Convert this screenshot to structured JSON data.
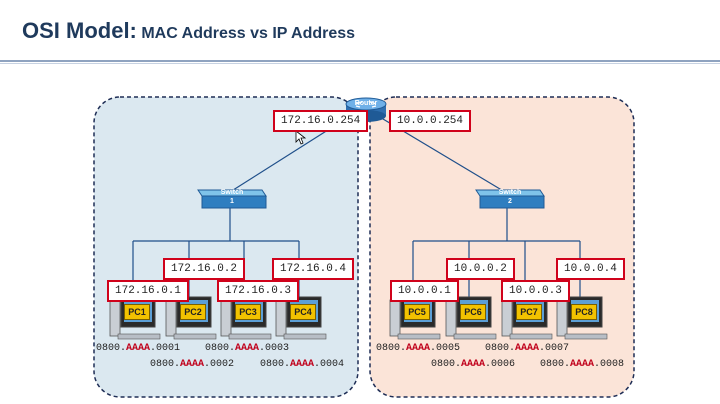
{
  "title": {
    "main": "OSI Model:",
    "sub": "MAC Address vs IP Address"
  },
  "router": {
    "label": "Router",
    "left_ip": "172.16.0.254",
    "right_ip": "10.0.0.254"
  },
  "switches": [
    {
      "label": "Switch",
      "number": "1"
    },
    {
      "label": "Switch",
      "number": "2"
    }
  ],
  "pcs": [
    {
      "name": "PC1",
      "ip": "172.16.0.1",
      "mac_prefix": "0800.",
      "mac_mid": "AAAA",
      "mac_suffix": ".0001"
    },
    {
      "name": "PC2",
      "ip": "172.16.0.2",
      "mac_prefix": "0800.",
      "mac_mid": "AAAA",
      "mac_suffix": ".0002"
    },
    {
      "name": "PC3",
      "ip": "172.16.0.3",
      "mac_prefix": "0800.",
      "mac_mid": "AAAA",
      "mac_suffix": ".0003"
    },
    {
      "name": "PC4",
      "ip": "172.16.0.4",
      "mac_prefix": "0800.",
      "mac_mid": "AAAA",
      "mac_suffix": ".0004"
    },
    {
      "name": "PC5",
      "ip": "10.0.0.1",
      "mac_prefix": "0800.",
      "mac_mid": "AAAA",
      "mac_suffix": ".0005"
    },
    {
      "name": "PC6",
      "ip": "10.0.0.2",
      "mac_prefix": "0800.",
      "mac_mid": "AAAA",
      "mac_suffix": ".0006"
    },
    {
      "name": "PC7",
      "ip": "10.0.0.3",
      "mac_prefix": "0800.",
      "mac_mid": "AAAA",
      "mac_suffix": ".0007"
    },
    {
      "name": "PC8",
      "ip": "10.0.0.4",
      "mac_prefix": "0800.",
      "mac_mid": "AAAA",
      "mac_suffix": ".0008"
    }
  ],
  "colors": {
    "title": "#1f3a5c",
    "left_network_fill": "#dbe8f0",
    "right_network_fill": "#fbe4d8",
    "ip_box_border": "#d0021b",
    "mac_highlight": "#c0001b",
    "pc_label": "#f2c200",
    "link": "#1f4f8a"
  }
}
